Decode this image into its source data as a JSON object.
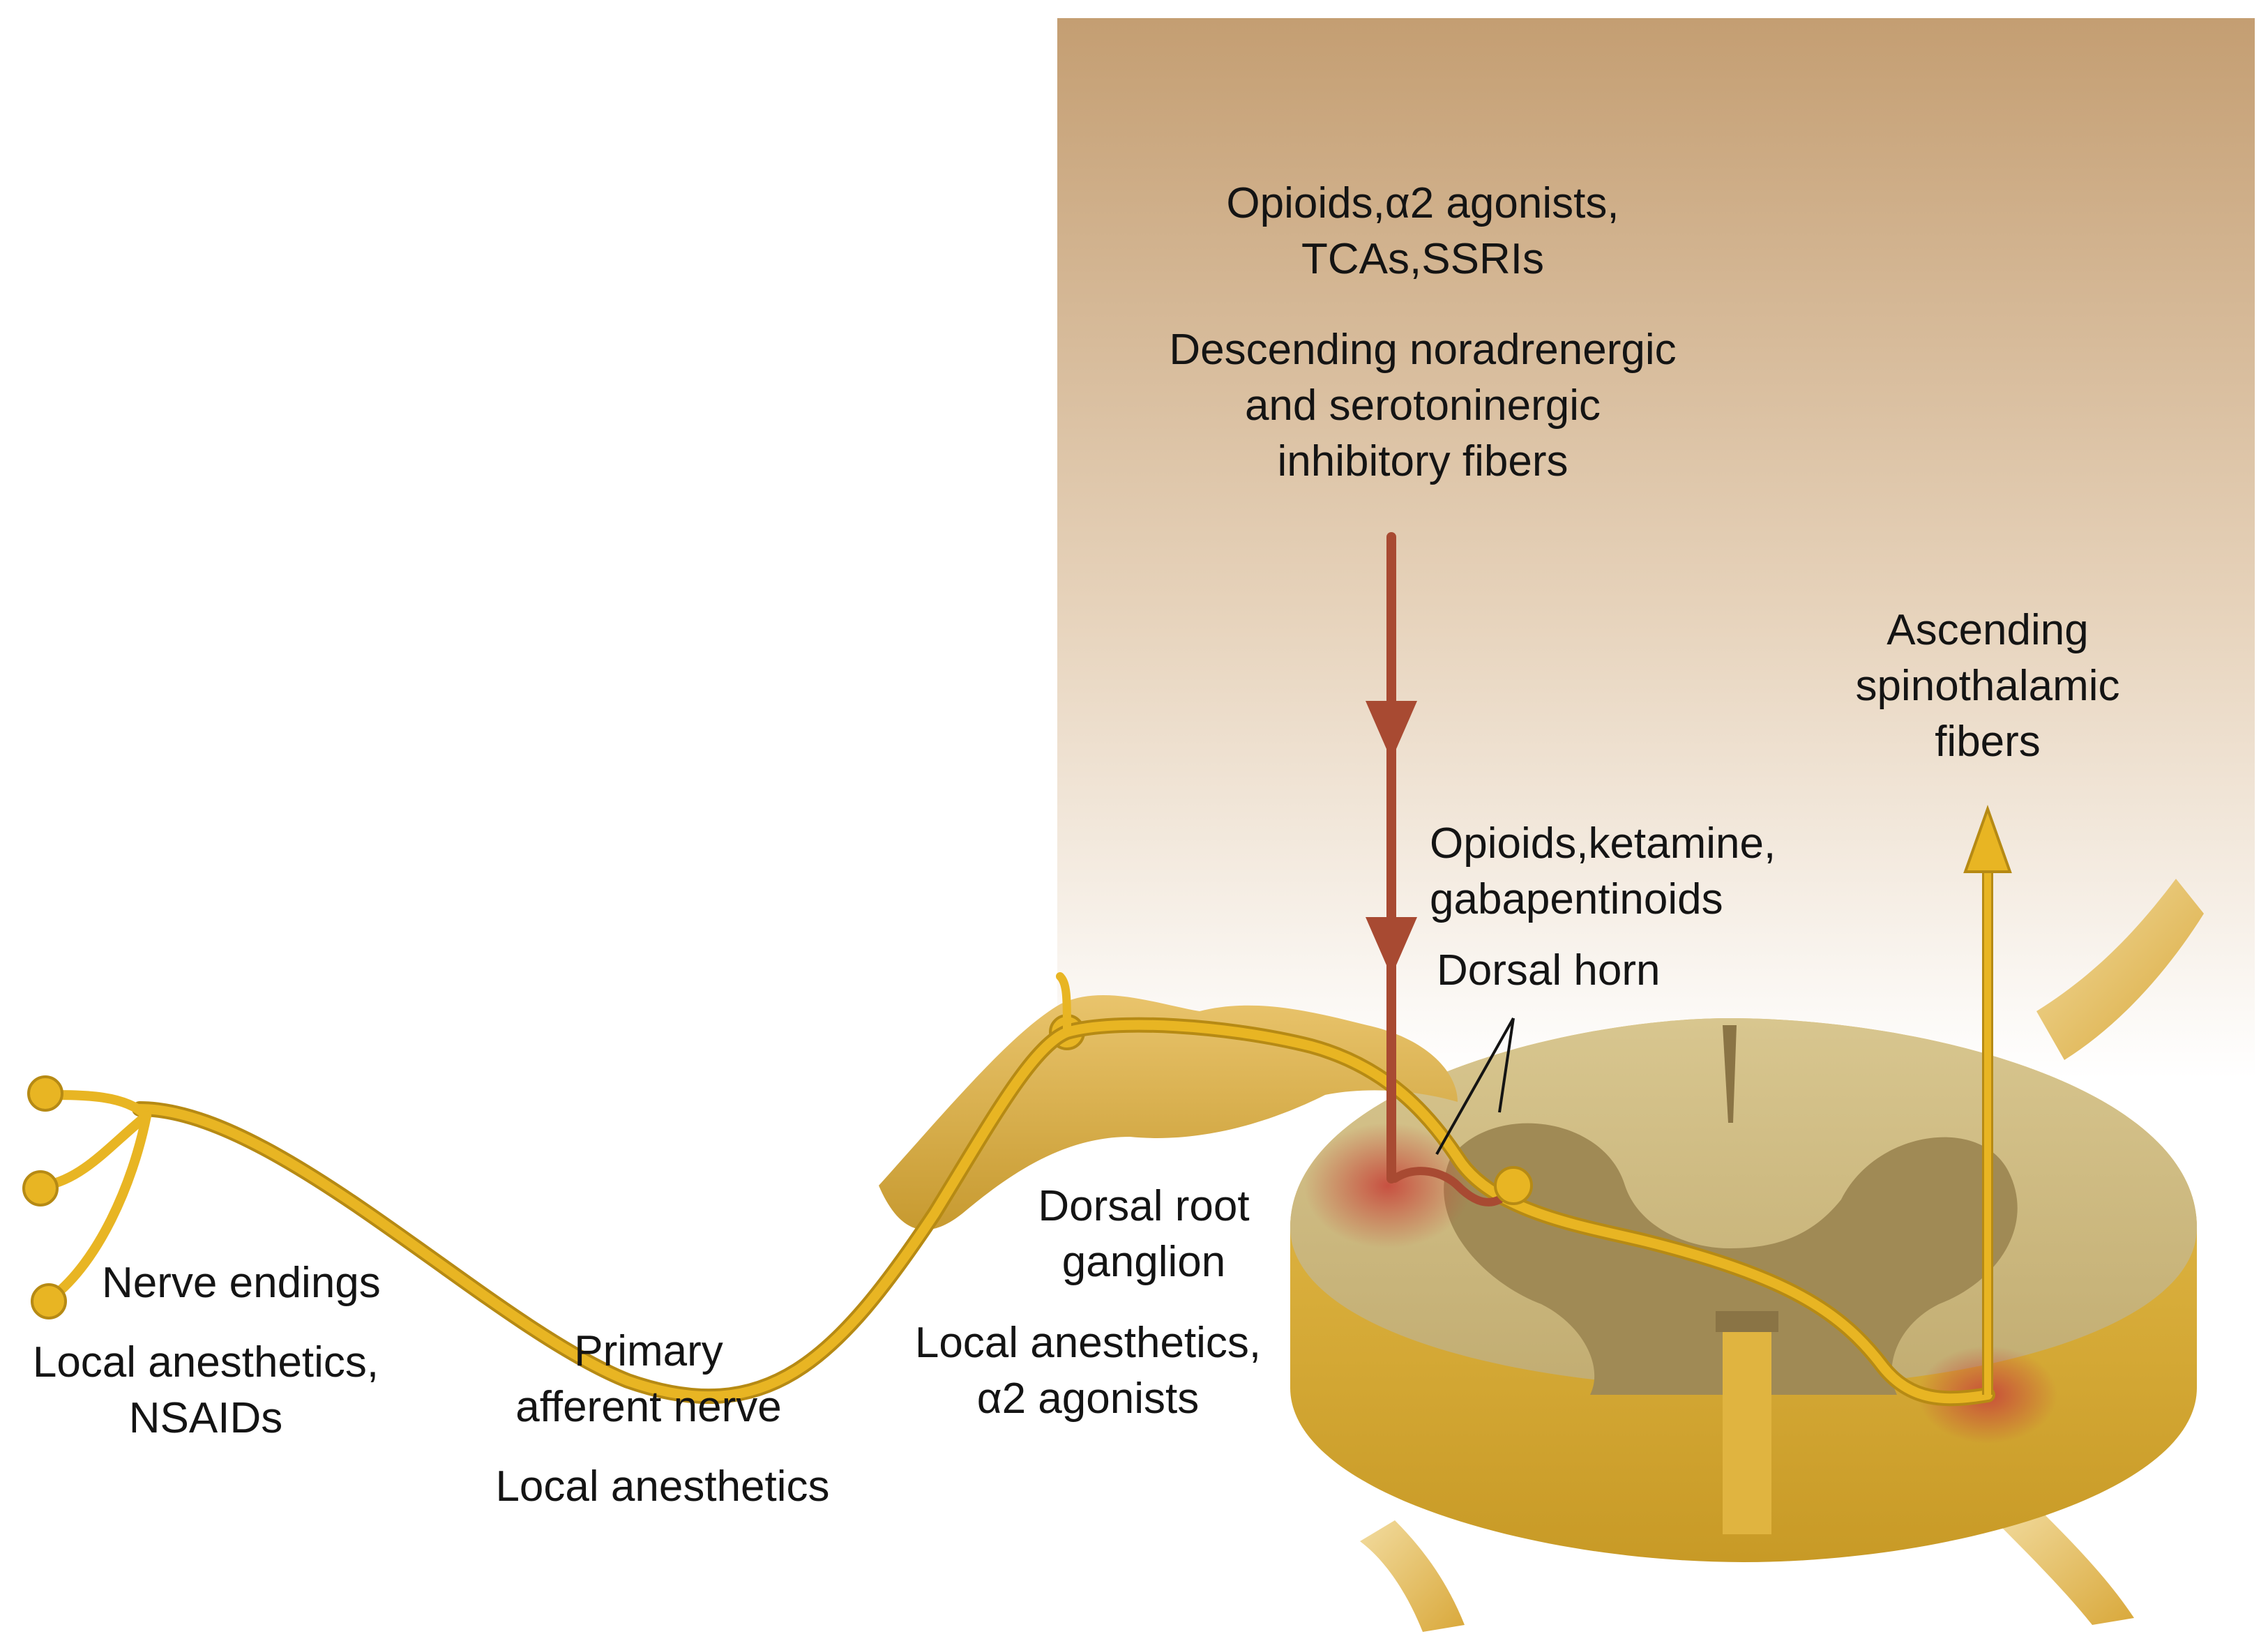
{
  "colors": {
    "background": "#ffffff",
    "brain_gradient_top": "#c49e72",
    "brain_gradient_bottom": "#ffffff",
    "nerve": "#e8b523",
    "nerve_outline": "#b68a14",
    "descending_fiber": "#a84a32",
    "spinal_white_matter": "#d4c08a",
    "spinal_gray_matter": "#a08a55",
    "spinal_outer": "#e0b440",
    "hotspot": "#c7453a"
  },
  "labels": {
    "opioids_top": [
      "Opioids,α2 agonists,",
      "TCAs,SSRIs"
    ],
    "descending": [
      "Descending noradrenergic",
      "and serotoninergic",
      "inhibitory fibers"
    ],
    "ascending": [
      "Ascending",
      "spinothalamic",
      "fibers"
    ],
    "opioids_dorsal": [
      "Opioids,ketamine,",
      "gabapentinoids"
    ],
    "dorsal_horn": "Dorsal horn",
    "drg": [
      "Dorsal root",
      "ganglion"
    ],
    "drg_drugs": [
      "Local anesthetics,",
      "α2 agonists"
    ],
    "nerve_endings": "Nerve endings",
    "endings_drugs": [
      "Local anesthetics,",
      "NSAIDs"
    ],
    "primary": [
      "Primary",
      "afferent nerve"
    ],
    "primary_drugs": "Local anesthetics"
  }
}
